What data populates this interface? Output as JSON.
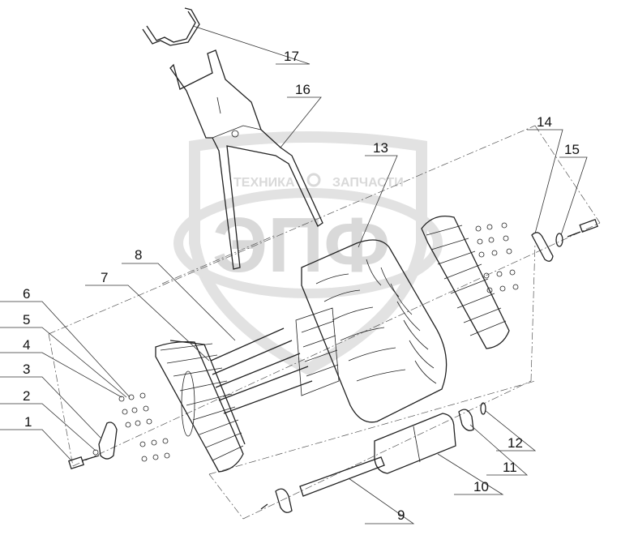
{
  "watermark": {
    "top_left": "ТЕХНИКА",
    "top_right": "ЗАПЧАСТИ",
    "big": "ЭПФ"
  },
  "callouts": [
    "1",
    "2",
    "3",
    "4",
    "5",
    "6",
    "7",
    "8",
    "9",
    "10",
    "11",
    "12",
    "13",
    "14",
    "15",
    "16",
    "17"
  ]
}
